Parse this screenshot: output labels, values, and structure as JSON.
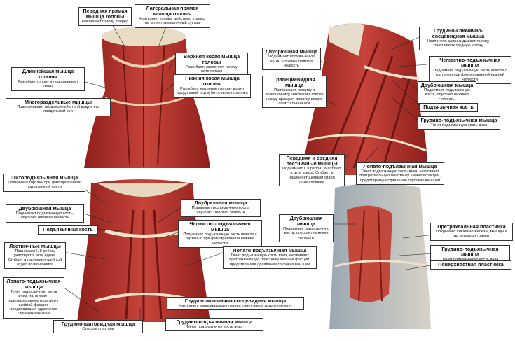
{
  "labels": [
    {
      "id": "tl-rectus-anterior",
      "title": "Передняя прямая мышца головы",
      "desc": "Наклоняет голову вперед"
    },
    {
      "id": "tl-rectus-lateralis",
      "title": "Латеральная прямая мышца головы",
      "desc": "Наклоняет голову, действует только на атлантозатылочный сустав"
    },
    {
      "id": "tl-obliquus-superior",
      "title": "Верхняя косая мышца головы",
      "desc": "Разгибает, наклоняет голову латерально"
    },
    {
      "id": "tl-longus-capitis",
      "title": "Длиннейшая мышца головы",
      "desc": "Разгибает голову и поворачивает лицо"
    },
    {
      "id": "tl-obliquus-inferior",
      "title": "Нижняя косая мышца головы",
      "desc": "Разгибает, наклоняет голову вокруг продольной оси зуба осевого позвонка"
    },
    {
      "id": "tl-multifidus",
      "title": "Многораздельные мышцы",
      "desc": "Поворачивают позвоночный столб вокруг его продольной оси"
    },
    {
      "id": "tr-digastric",
      "title": "Двубрюшная мышца",
      "desc": "Поднимает подъязычную кость, опускает нижнюю челюсть"
    },
    {
      "id": "tr-trapezius",
      "title": "Трапециевидная мышца",
      "desc": "Приближает лопатку к позвоночнику, наклоняет голову назад, вращает лопатку вокруг сагиттальной оси"
    },
    {
      "id": "tr-scalene",
      "title": "Передняя и средняя лестничные мышцы",
      "desc": "Поднимает I, II ребра, участвует в акте вдоха. Сгибает и наклоняет шейный отдел позвоночника"
    },
    {
      "id": "tr-omohyoid",
      "title": "Лопато-подъязычная мышца",
      "desc": "Тянет подъязычную кость вниз, натягивает претрахеальную пластинку шейной фасции, предотвращая сдавление глубоких вен шеи"
    },
    {
      "id": "tr-scm",
      "title": "Грудино-ключично-сосцевидная мышца",
      "desc": "Наклоняет, запрокидывает голову, тянет вверх грудную клетку"
    },
    {
      "id": "tr-mylohyoid",
      "title": "Челюстно-подъязычная мышца",
      "desc": "Поднимает подъязычную кость вместе с гортанью при фиксированной нижней челюсти"
    },
    {
      "id": "tr-digastric2",
      "title": "Двубрюшная мышца",
      "desc": "Поднимает подъязычную кость, опускает нижнюю челюсть"
    },
    {
      "id": "tr-hyoid",
      "title": "Подъязычная кость",
      "desc": ""
    },
    {
      "id": "tr-sternohyoid",
      "title": "Грудино-подъязычная мышца",
      "desc": "Тянет подъязычную кость вниз"
    },
    {
      "id": "bl-thyrohyoid",
      "title": "Щитоподъязычная мышца",
      "desc": "Поднимает гортань при фиксированной подъязычной кости"
    },
    {
      "id": "bl-digastric",
      "title": "Двубрюшная мышца",
      "desc": "Поднимает подъязычную кость, опускает нижнюю челюсть"
    },
    {
      "id": "bl-hyoid",
      "title": "Подъязычная кость",
      "desc": ""
    },
    {
      "id": "bl-scalene",
      "title": "Лестничные мышцы",
      "desc": "Поднимает I, II ребра, участвует в акте вдоха. Сгибает и наклоняет шейный отдел позвоночника"
    },
    {
      "id": "bl-omohyoid",
      "title": "Лопато-подъязычная мышца",
      "desc": "Тянет подъязычную кость вниз, натягивает претрахеальную пластинку шейной фасции, предотвращая сдавление глубоких вен шеи"
    },
    {
      "id": "bl-sternothyroid",
      "title": "Грудино-щитовидная мышца",
      "desc": "Опускает гортань"
    },
    {
      "id": "bc-digastric",
      "title": "Двубрюшная мышца",
      "desc": "Поднимает подъязычную кость, опускает нижнюю челюсть"
    },
    {
      "id": "bc-mylohyoid",
      "title": "Челюстно-подъязычная мышца",
      "desc": "Поднимает подъязычную кость вместе с гортанью при фиксированной нижней челюсти"
    },
    {
      "id": "bc-omohyoid",
      "title": "Лопато-подъязычная мышца",
      "desc": "Тянет подъязычную кость вниз, натягивает претрахеальную пластинку шейной фасции, предотвращая сдавление глубоких вен шеи"
    },
    {
      "id": "bc-scm",
      "title": "Грудино-ключично-сосцевидная мышца",
      "desc": "Наклоняет, запрокидывает голову, тянет вверх грудную клетку"
    },
    {
      "id": "bc-sternohyoid",
      "title": "Грудино-подъязычная мышца",
      "desc": "Тянет подъязычную кость вниз"
    },
    {
      "id": "br-digastric",
      "title": "Двубрюшная мышца",
      "desc": "Поднимает подъязычную кость, опускает нижнюю челюсть"
    },
    {
      "id": "br-pretracheal",
      "title": "Претрахеальная пластинка",
      "desc": "Покрывает слюнные железы, мышцы и др. впереди трахеи"
    },
    {
      "id": "br-sternohyoid",
      "title": "Грудино-подъязычная мышца",
      "desc": "Тянет подъязычную кость вниз"
    },
    {
      "id": "br-superficial",
      "title": "Поверхностная пластинка",
      "desc": ""
    }
  ],
  "colors": {
    "muscle": "#b5302a",
    "muscle_light": "#d9635a",
    "tendon": "#e8d6b8",
    "bone": "#efe6d2",
    "skin": "#c9b8a6",
    "line": "#222222"
  }
}
